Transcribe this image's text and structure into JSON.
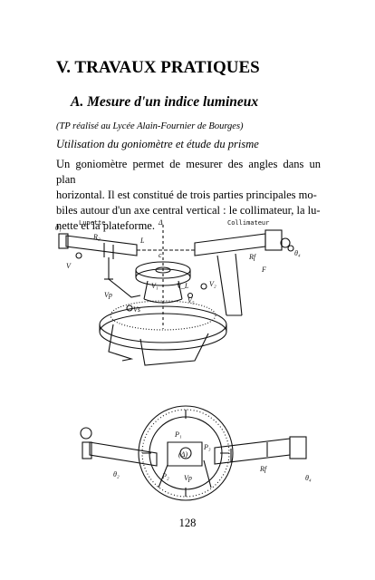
{
  "section_title": "V. TRAVAUX PRATIQUES",
  "subsection_title": "A. Mesure d'un indice lumineux",
  "note": "(TP réalisé au Lycée Alain-Fournier de Bourges)",
  "subheading": "Utilisation du goniomètre et étude du prisme",
  "paragraph_lines": [
    "Un goniomètre permet de mesurer des angles dans un plan",
    "horizontal. Il est constitué de trois parties principales mo-",
    "biles autour d'un axe central vertical : le collimateur, la lu-",
    "nette et la plateforme."
  ],
  "figure": {
    "top_labels": {
      "lunette": "Lunette",
      "collimateur": "Collimateur",
      "theta1": "θ₁",
      "r2": "R₂",
      "v": "V",
      "l": "L",
      "c": "c",
      "delta": "Δ",
      "rf": "Rf",
      "f": "F",
      "theta4": "θ₄",
      "vp": "Vp",
      "v1": "V₁",
      "v2": "V₂",
      "vl": "V_L",
      "v5": "V₅",
      "vs": "Vs"
    },
    "bottom_labels": {
      "p1": "P₁",
      "p2": "P₂",
      "p3": "P₃",
      "center": "(Δ)",
      "vp": "Vp",
      "theta2": "θ₂",
      "rf": "Rf",
      "theta4": "θ₄"
    }
  },
  "page_number": "128"
}
